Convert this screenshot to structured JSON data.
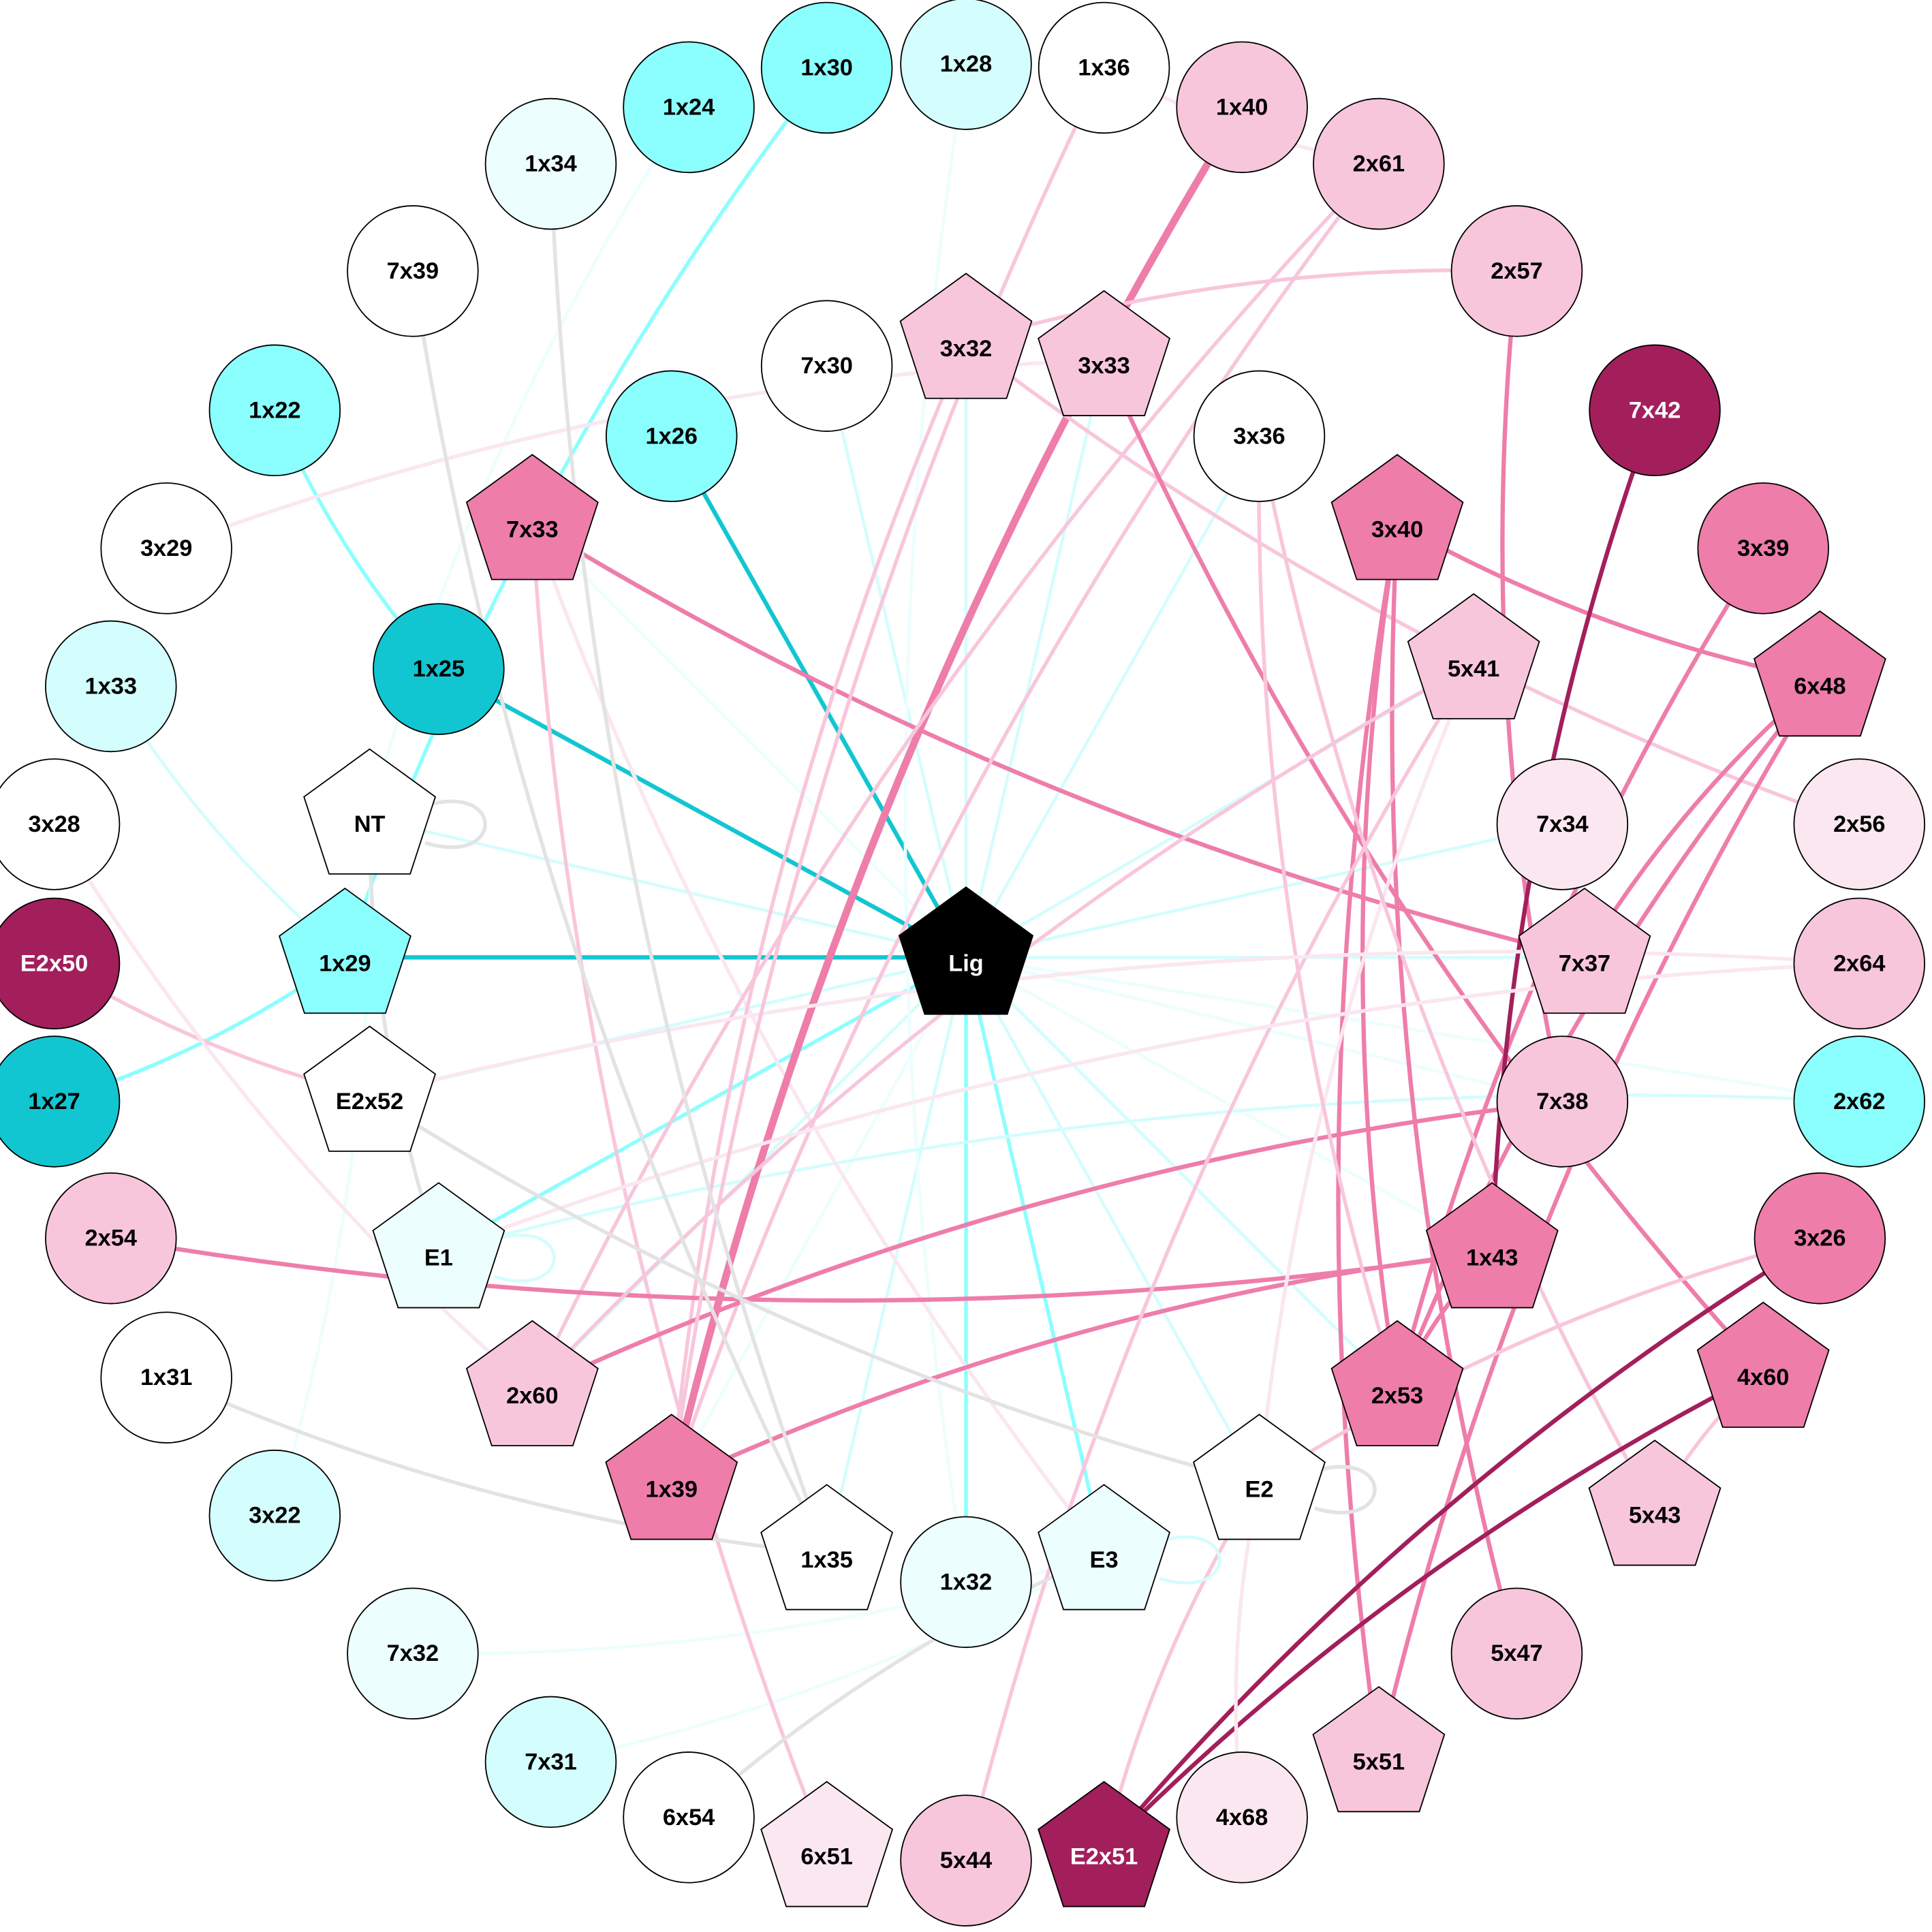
{
  "palette": {
    "white": "#ffffff",
    "cyan1": "#ecfefe",
    "cyan2": "#d4fdfd",
    "cyan3": "#8bfffe",
    "cyan4": "#12c6d1",
    "pink1": "#fbe7f0",
    "pink2": "#f8c6db",
    "pink3": "#ee7daa",
    "dark": "#a21f5c",
    "black": "#000000",
    "gray": "#e3e3e3"
  },
  "nodes": [
    {
      "id": "1x30",
      "shape": "circle",
      "color": "cyan3"
    },
    {
      "id": "1x28",
      "shape": "circle",
      "color": "cyan2"
    },
    {
      "id": "1x36",
      "shape": "circle",
      "color": "white"
    },
    {
      "id": "1x24",
      "shape": "circle",
      "color": "cyan3"
    },
    {
      "id": "1x40",
      "shape": "circle",
      "color": "pink2"
    },
    {
      "id": "1x34",
      "shape": "circle",
      "color": "cyan1"
    },
    {
      "id": "2x61",
      "shape": "circle",
      "color": "pink2"
    },
    {
      "id": "7x39",
      "shape": "circle",
      "color": "white"
    },
    {
      "id": "2x57",
      "shape": "circle",
      "color": "pink2"
    },
    {
      "id": "7x30",
      "shape": "circle",
      "color": "white"
    },
    {
      "id": "3x32",
      "shape": "pentagon",
      "color": "pink2"
    },
    {
      "id": "3x33",
      "shape": "pentagon",
      "color": "pink2"
    },
    {
      "id": "1x22",
      "shape": "circle",
      "color": "cyan3"
    },
    {
      "id": "1x26",
      "shape": "circle",
      "color": "cyan3"
    },
    {
      "id": "3x36",
      "shape": "circle",
      "color": "white"
    },
    {
      "id": "7x42",
      "shape": "circle",
      "color": "dark"
    },
    {
      "id": "3x29",
      "shape": "circle",
      "color": "white"
    },
    {
      "id": "7x33",
      "shape": "pentagon",
      "color": "pink3"
    },
    {
      "id": "3x40",
      "shape": "pentagon",
      "color": "pink3"
    },
    {
      "id": "3x39",
      "shape": "circle",
      "color": "pink3"
    },
    {
      "id": "1x33",
      "shape": "circle",
      "color": "cyan2"
    },
    {
      "id": "1x25",
      "shape": "circle",
      "color": "cyan4"
    },
    {
      "id": "5x41",
      "shape": "pentagon",
      "color": "pink2"
    },
    {
      "id": "6x48",
      "shape": "pentagon",
      "color": "pink3"
    },
    {
      "id": "3x28",
      "shape": "circle",
      "color": "white"
    },
    {
      "id": "NT",
      "shape": "pentagon",
      "color": "white"
    },
    {
      "id": "7x34",
      "shape": "circle",
      "color": "pink1"
    },
    {
      "id": "2x56",
      "shape": "circle",
      "color": "pink1"
    },
    {
      "id": "E2x50",
      "shape": "circle",
      "color": "dark"
    },
    {
      "id": "1x29",
      "shape": "pentagon",
      "color": "cyan3"
    },
    {
      "id": "Lig",
      "shape": "pentagon",
      "color": "black"
    },
    {
      "id": "7x37",
      "shape": "pentagon",
      "color": "pink2"
    },
    {
      "id": "2x64",
      "shape": "circle",
      "color": "pink2"
    },
    {
      "id": "1x27",
      "shape": "circle",
      "color": "cyan4"
    },
    {
      "id": "E2x52",
      "shape": "pentagon",
      "color": "white"
    },
    {
      "id": "7x38",
      "shape": "circle",
      "color": "pink2"
    },
    {
      "id": "2x62",
      "shape": "circle",
      "color": "cyan3"
    },
    {
      "id": "2x54",
      "shape": "circle",
      "color": "pink2"
    },
    {
      "id": "E1",
      "shape": "pentagon",
      "color": "cyan1"
    },
    {
      "id": "1x43",
      "shape": "pentagon",
      "color": "pink3"
    },
    {
      "id": "3x26",
      "shape": "circle",
      "color": "pink3"
    },
    {
      "id": "1x31",
      "shape": "circle",
      "color": "white"
    },
    {
      "id": "2x60",
      "shape": "pentagon",
      "color": "pink2"
    },
    {
      "id": "2x53",
      "shape": "pentagon",
      "color": "pink3"
    },
    {
      "id": "4x60",
      "shape": "pentagon",
      "color": "pink3"
    },
    {
      "id": "3x22",
      "shape": "circle",
      "color": "cyan2"
    },
    {
      "id": "1x39",
      "shape": "pentagon",
      "color": "pink3"
    },
    {
      "id": "E2",
      "shape": "pentagon",
      "color": "white"
    },
    {
      "id": "5x43",
      "shape": "pentagon",
      "color": "pink2"
    },
    {
      "id": "1x35",
      "shape": "pentagon",
      "color": "white"
    },
    {
      "id": "1x32",
      "shape": "circle",
      "color": "cyan1"
    },
    {
      "id": "E3",
      "shape": "pentagon",
      "color": "cyan1"
    },
    {
      "id": "7x32",
      "shape": "circle",
      "color": "cyan1"
    },
    {
      "id": "5x47",
      "shape": "circle",
      "color": "pink2"
    },
    {
      "id": "7x31",
      "shape": "circle",
      "color": "cyan2"
    },
    {
      "id": "5x51",
      "shape": "pentagon",
      "color": "pink2"
    },
    {
      "id": "6x54",
      "shape": "circle",
      "color": "white"
    },
    {
      "id": "4x68",
      "shape": "circle",
      "color": "pink1"
    },
    {
      "id": "6x51",
      "shape": "pentagon",
      "color": "pink1"
    },
    {
      "id": "5x44",
      "shape": "circle",
      "color": "pink2"
    },
    {
      "id": "E2x51",
      "shape": "pentagon",
      "color": "dark"
    }
  ],
  "edges": [
    [
      "Lig",
      "1x26",
      "cyan4"
    ],
    [
      "Lig",
      "1x25",
      "cyan4"
    ],
    [
      "Lig",
      "1x29",
      "cyan4"
    ],
    [
      "Lig",
      "E1",
      "cyan3"
    ],
    [
      "Lig",
      "E3",
      "cyan3"
    ],
    [
      "Lig",
      "1x32",
      "cyan3"
    ],
    [
      "Lig",
      "7x30",
      "cyan2"
    ],
    [
      "Lig",
      "3x32",
      "cyan2"
    ],
    [
      "Lig",
      "3x33",
      "cyan2"
    ],
    [
      "Lig",
      "3x36",
      "cyan2"
    ],
    [
      "Lig",
      "5x41",
      "cyan2"
    ],
    [
      "Lig",
      "7x34",
      "cyan2"
    ],
    [
      "Lig",
      "7x37",
      "cyan2"
    ],
    [
      "Lig",
      "7x38",
      "cyan1"
    ],
    [
      "Lig",
      "E2x52",
      "cyan2"
    ],
    [
      "Lig",
      "NT",
      "cyan2"
    ],
    [
      "Lig",
      "2x60",
      "cyan2"
    ],
    [
      "Lig",
      "1x39",
      "cyan1"
    ],
    [
      "Lig",
      "1x35",
      "cyan2"
    ],
    [
      "Lig",
      "E2",
      "cyan2"
    ],
    [
      "Lig",
      "2x53",
      "cyan2"
    ],
    [
      "Lig",
      "1x43",
      "cyan1"
    ],
    [
      "Lig",
      "7x33",
      "cyan1"
    ],
    [
      "Lig",
      "2x62",
      "cyan1"
    ],
    [
      "1x30",
      "1x29",
      "cyan3"
    ],
    [
      "1x22",
      "1x25",
      "cyan3"
    ],
    [
      "1x27",
      "1x29",
      "cyan3"
    ],
    [
      "1x33",
      "1x29",
      "cyan2"
    ],
    [
      "1x24",
      "NT",
      "cyan1"
    ],
    [
      "1x28",
      "1x32",
      "cyan1"
    ],
    [
      "7x32",
      "E3",
      "cyan1"
    ],
    [
      "7x31",
      "E3",
      "cyan1"
    ],
    [
      "3x22",
      "NT",
      "cyan1"
    ],
    [
      "2x62",
      "E1",
      "cyan2"
    ],
    [
      "7x33",
      "7x37",
      "pink3"
    ],
    [
      "7x33",
      "6x51",
      "pink2"
    ],
    [
      "7x33",
      "E3",
      "pink1"
    ],
    [
      "1x40",
      "1x39",
      "pink3"
    ],
    [
      "2x61",
      "1x39",
      "pink2"
    ],
    [
      "2x61",
      "2x60",
      "pink2"
    ],
    [
      "2x57",
      "3x32",
      "pink2"
    ],
    [
      "2x57",
      "7x38",
      "pink3"
    ],
    [
      "3x32",
      "1x39",
      "pink2"
    ],
    [
      "3x32",
      "2x56",
      "pink2"
    ],
    [
      "3x33",
      "3x29",
      "pink1"
    ],
    [
      "3x33",
      "4x60",
      "pink3"
    ],
    [
      "3x40",
      "6x48",
      "pink3"
    ],
    [
      "3x40",
      "2x53",
      "pink3"
    ],
    [
      "3x40",
      "5x51",
      "pink3"
    ],
    [
      "3x40",
      "5x47",
      "pink3"
    ],
    [
      "3x39",
      "2x53",
      "pink3"
    ],
    [
      "6x48",
      "2x53",
      "pink3"
    ],
    [
      "6x48",
      "7x37",
      "pink3"
    ],
    [
      "6x48",
      "5x51",
      "pink3"
    ],
    [
      "7x42",
      "1x43",
      "dark"
    ],
    [
      "2x54",
      "1x43",
      "pink3"
    ],
    [
      "1x43",
      "1x39",
      "pink3"
    ],
    [
      "1x43",
      "2x53",
      "pink3"
    ],
    [
      "7x38",
      "2x60",
      "pink3"
    ],
    [
      "5x41",
      "2x60",
      "pink2"
    ],
    [
      "5x41",
      "5x44",
      "pink2"
    ],
    [
      "5x41",
      "E2",
      "pink1"
    ],
    [
      "3x36",
      "5x43",
      "pink2"
    ],
    [
      "3x36",
      "2x53",
      "pink2"
    ],
    [
      "2x64",
      "E2x52",
      "pink1"
    ],
    [
      "2x64",
      "E1",
      "pink1"
    ],
    [
      "3x26",
      "E2x51",
      "dark"
    ],
    [
      "4x60",
      "E2x51",
      "dark"
    ],
    [
      "4x60",
      "5x43",
      "pink2"
    ],
    [
      "3x26",
      "E2",
      "pink2"
    ],
    [
      "E2",
      "E2x51",
      "pink2"
    ],
    [
      "E2",
      "4x68",
      "pink1"
    ],
    [
      "E2x50",
      "E2x52",
      "pink2"
    ],
    [
      "3x28",
      "2x60",
      "pink1"
    ],
    [
      "1x36",
      "1x39",
      "pink2"
    ],
    [
      "1x36",
      "2x61",
      "pink1"
    ],
    [
      "7x39",
      "1x35",
      "gray"
    ],
    [
      "1x34",
      "1x35",
      "gray"
    ],
    [
      "NT",
      "E1",
      "gray"
    ],
    [
      "E2x52",
      "E2",
      "gray"
    ],
    [
      "1x31",
      "1x35",
      "gray"
    ],
    [
      "E3",
      "6x54",
      "gray"
    ],
    [
      "NT",
      "NT",
      "gray"
    ],
    [
      "E1",
      "E1",
      "cyan2"
    ],
    [
      "E2",
      "E2",
      "gray"
    ],
    [
      "E3",
      "E3",
      "cyan2"
    ]
  ]
}
